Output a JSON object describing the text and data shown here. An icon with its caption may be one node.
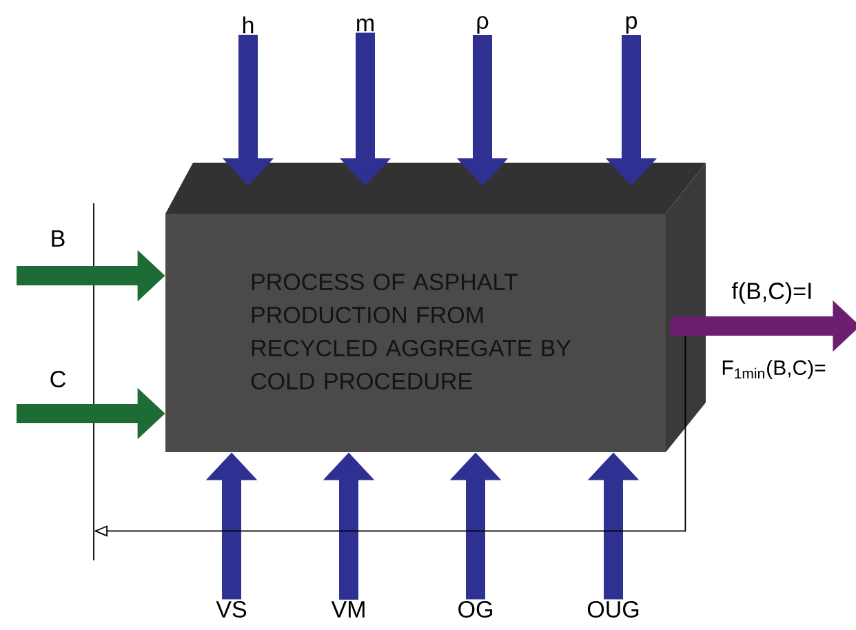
{
  "diagram": {
    "nodes": [
      {
        "text": [
          "PROCESS OF ASPHALT PRODUCTION FROM RECYCLED AGGREGATE BY COLD PROCEDURE"
        ]
      },
      {
        "text": [
          "h"
        ]
      },
      {
        "text": [
          "m"
        ]
      },
      {
        "text": [
          "ρ"
        ]
      },
      {
        "text": [
          "p"
        ]
      },
      {
        "text": [
          "B"
        ]
      },
      {
        "text": [
          "C"
        ]
      },
      {
        "text": [
          "VS"
        ]
      },
      {
        "text": [
          "VM"
        ]
      },
      {
        "text": [
          "OG"
        ]
      },
      {
        "text": [
          "OUG"
        ]
      },
      {
        "text": [],
        "shape": "bar"
      }
    ],
    "edges": [
      {
        "from": 1,
        "to": 0,
        "arrow": "to",
        "color": "#2e3192"
      },
      {
        "from": 2,
        "to": 0,
        "arrow": "to",
        "color": "#2e3192"
      },
      {
        "from": 3,
        "to": 0,
        "arrow": "to",
        "color": "#2e3192"
      },
      {
        "from": 4,
        "to": 0,
        "arrow": "to",
        "color": "#2e3192"
      },
      {
        "from": 5,
        "to": 0,
        "arrow": "to",
        "color": "#1d6b35"
      },
      {
        "from": 6,
        "to": 0,
        "arrow": "to",
        "color": "#1d6b35"
      },
      {
        "from": 7,
        "to": 0,
        "arrow": "to",
        "color": "#2e3192"
      },
      {
        "from": 8,
        "to": 0,
        "arrow": "to",
        "color": "#2e3192"
      },
      {
        "from": 9,
        "to": 0,
        "arrow": "to",
        "color": "#2e3192"
      },
      {
        "from": 10,
        "to": 0,
        "arrow": "to",
        "color": "#2e3192"
      },
      {
        "from": 0,
        "to": null,
        "arrow": "to",
        "label": "f(B,C)=I",
        "color": "#6b1f6e"
      },
      {
        "from": 0,
        "to": 11,
        "arrow": "to",
        "color": "#000000"
      }
    ],
    "labels": [
      "F$_{1min}$(B,C)="
    ]
  }
}
